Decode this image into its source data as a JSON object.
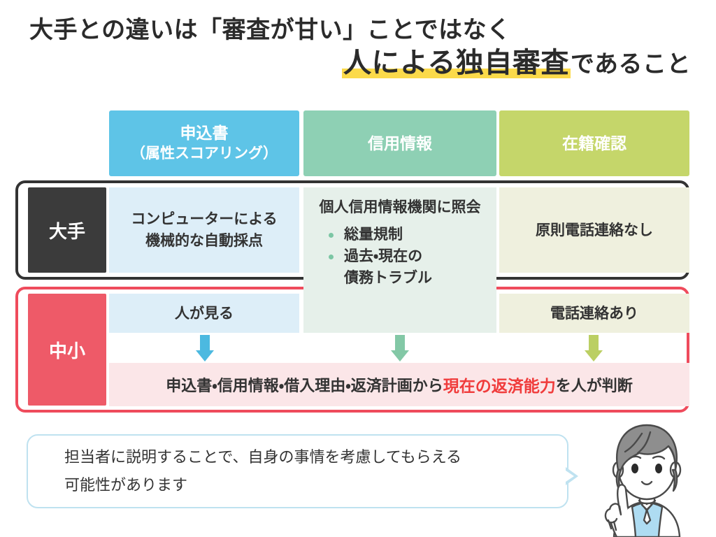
{
  "title": {
    "line1": "大手との違いは「審査が甘い」ことではなく",
    "line2_highlight": "人による独自審査",
    "line2_tail": "であること",
    "highlight_color": "#fbda4a"
  },
  "table": {
    "columns": [
      {
        "label": "申込書",
        "sublabel": "（属性スコアリング）",
        "color": "#5ec4e7",
        "body_color": "#ddeef8"
      },
      {
        "label": "信用情報",
        "sublabel": "",
        "color": "#8ed0b4",
        "body_color": "#e6f0ea"
      },
      {
        "label": "在籍確認",
        "sublabel": "",
        "color": "#c5d66a",
        "body_color": "#eff0de"
      }
    ],
    "rows": [
      {
        "label": "大手",
        "label_color": "#3b3b3b",
        "frame_color": "#333333",
        "cells": {
          "application": "コンピューターによる\n機械的な自動採点",
          "credit_heading": "個人信用情報機関に照会",
          "credit_bullets": [
            "総量規制",
            "過去・現在の\n債務トラブル"
          ],
          "employment": "原則電話連絡なし"
        }
      },
      {
        "label": "中小",
        "label_color": "#ee5a68",
        "frame_color": "#ef4b5c",
        "cells": {
          "application": "人が見る",
          "employment": "電話連絡あり"
        },
        "summary": {
          "prefix": "申込書・信用情報・借入理由・返済計画から",
          "emphasis": "現在の返済能力",
          "suffix": "を人が判断",
          "emphasis_color": "#f03c3c",
          "background": "#fbe6e8"
        },
        "arrows": [
          {
            "name": "arrow-application",
            "color": "#4cb9e0"
          },
          {
            "name": "arrow-credit",
            "color": "#83c8a6"
          },
          {
            "name": "arrow-employment",
            "color": "#bbcf63"
          }
        ]
      }
    ]
  },
  "callout": {
    "line1": "担当者に説明することで、自身の事情を考慮してもらえる",
    "line2": "可能性があります",
    "border_color": "#bfe2f0"
  },
  "character": {
    "name": "pointing-woman-illustration",
    "hair_color": "#8e8e8e",
    "vest_color": "#aedcf2",
    "skin_color": "#ffffff"
  }
}
